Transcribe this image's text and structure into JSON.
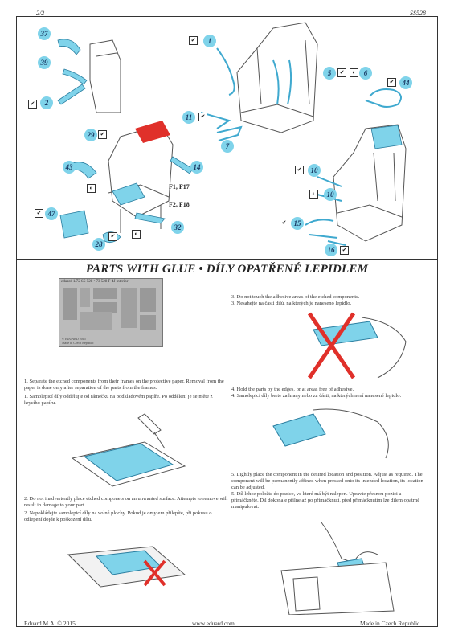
{
  "header": {
    "page": "2/2",
    "code": "SS528"
  },
  "section_title": "PARTS WITH GLUE  •  DÍLY OPATŘENÉ LEPIDLEM",
  "fret": {
    "brand": "eduard",
    "scale_codes": "1/72  SS 528 • 73 528  F-4J interior",
    "copyright": "© EDUARD 2015",
    "origin": "Made in Czech Republic"
  },
  "part_numbers": [
    "37",
    "39",
    "2",
    "1",
    "5",
    "6",
    "44",
    "11",
    "7",
    "29",
    "14",
    "43",
    "10",
    "10",
    "47",
    "28",
    "32",
    "15",
    "16"
  ],
  "references": [
    "F1, F17",
    "F2, F18"
  ],
  "instructions": {
    "step1_en": "Separate the etched components from their frames on the protective paper. Removal from the paper is done only after separation of the parts from the frames.",
    "step1_cz": "Samolepicí díly oddělujte od rámečku na podkladovém papíře. Po oddělení je sejměte z krycího papíru.",
    "step2_en": "Do not inadvertently place etched componets on an unwanted surface. Attempts  to remove will result in damage to your part.",
    "step2_cz": "Nepokládejte samolepicí díly na volné plochy. Pokud je omylem přilepíte, při pokusu o odlepení dojde k poškození dílu.",
    "step3_en": "Do not touch the adhesive areas of the etched components.",
    "step3_cz": "Nesahejte na části dílů, na kterých je naneseno lepidlo.",
    "step4_en": "Hold the parts by the edges, or at areas free of adhesive.",
    "step4_cz": "Samolepicí díly berte za hrany nebo za části, na kterých není nanesené lepidlo.",
    "step5_en": "Lightly place the component in the desired location and position. Adjust as required. The component will be permanently affixed when pressed onto its intended location, its location can be adjusted.",
    "step5_cz": "Díl lehce položte do pozice, ve které má být nalepen. Upravte přesnou pozici a přimáčkněte. Díl dokonale přilne až po přimáčknutí, před přimáčknutím lze dílem opatrně manipulovat."
  },
  "footer": {
    "left": "Eduard M.A. © 2015",
    "center": "www.eduard.com",
    "right": "Made in Czech Republic"
  },
  "colors": {
    "part_blue": "#7fd3ea",
    "stop_red": "#e0302a"
  }
}
